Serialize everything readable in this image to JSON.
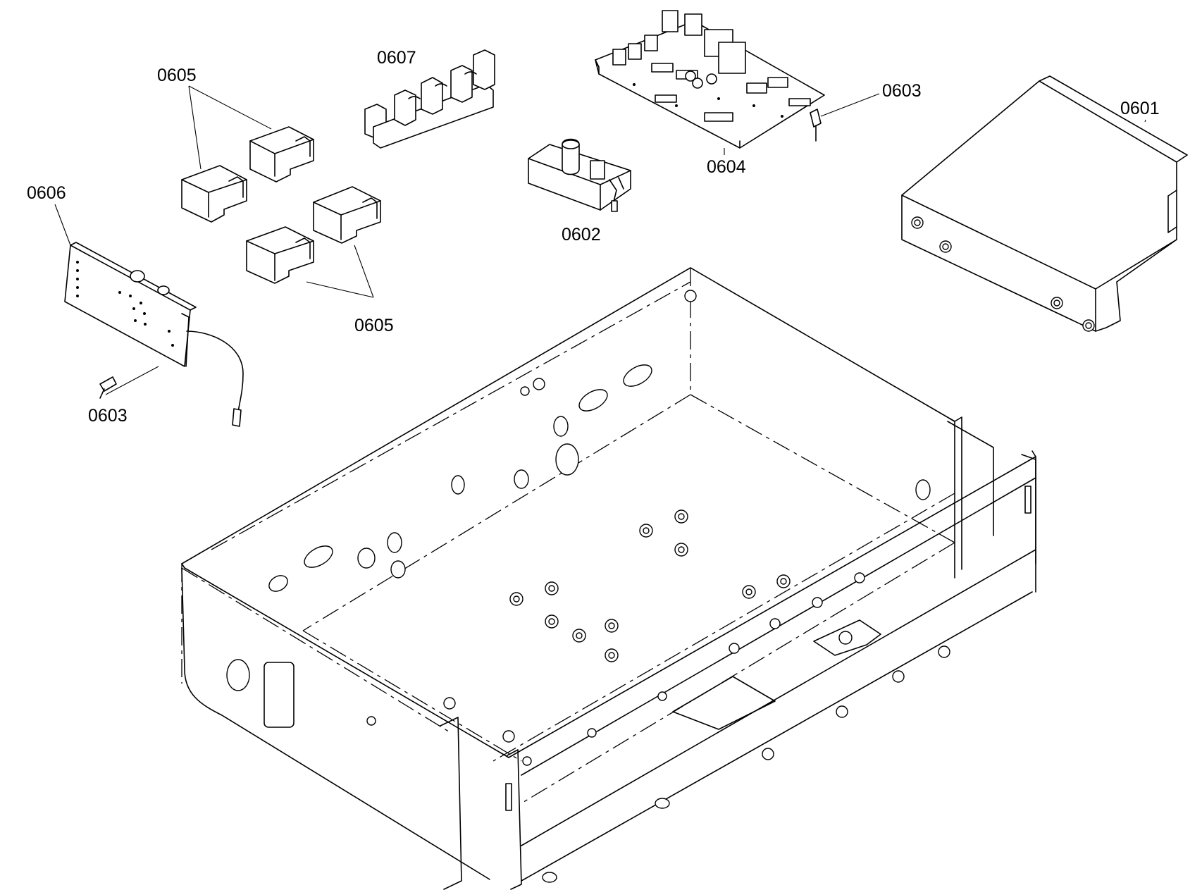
{
  "colors": {
    "line": "#000000",
    "background": "#ffffff"
  },
  "labels": {
    "p0601": "0601",
    "p0602": "0602",
    "p0603_top": "0603",
    "p0603_left": "0603",
    "p0604": "0604",
    "p0605_top": "0605",
    "p0605_bottom": "0605",
    "p0606": "0606",
    "p0607": "0607"
  }
}
